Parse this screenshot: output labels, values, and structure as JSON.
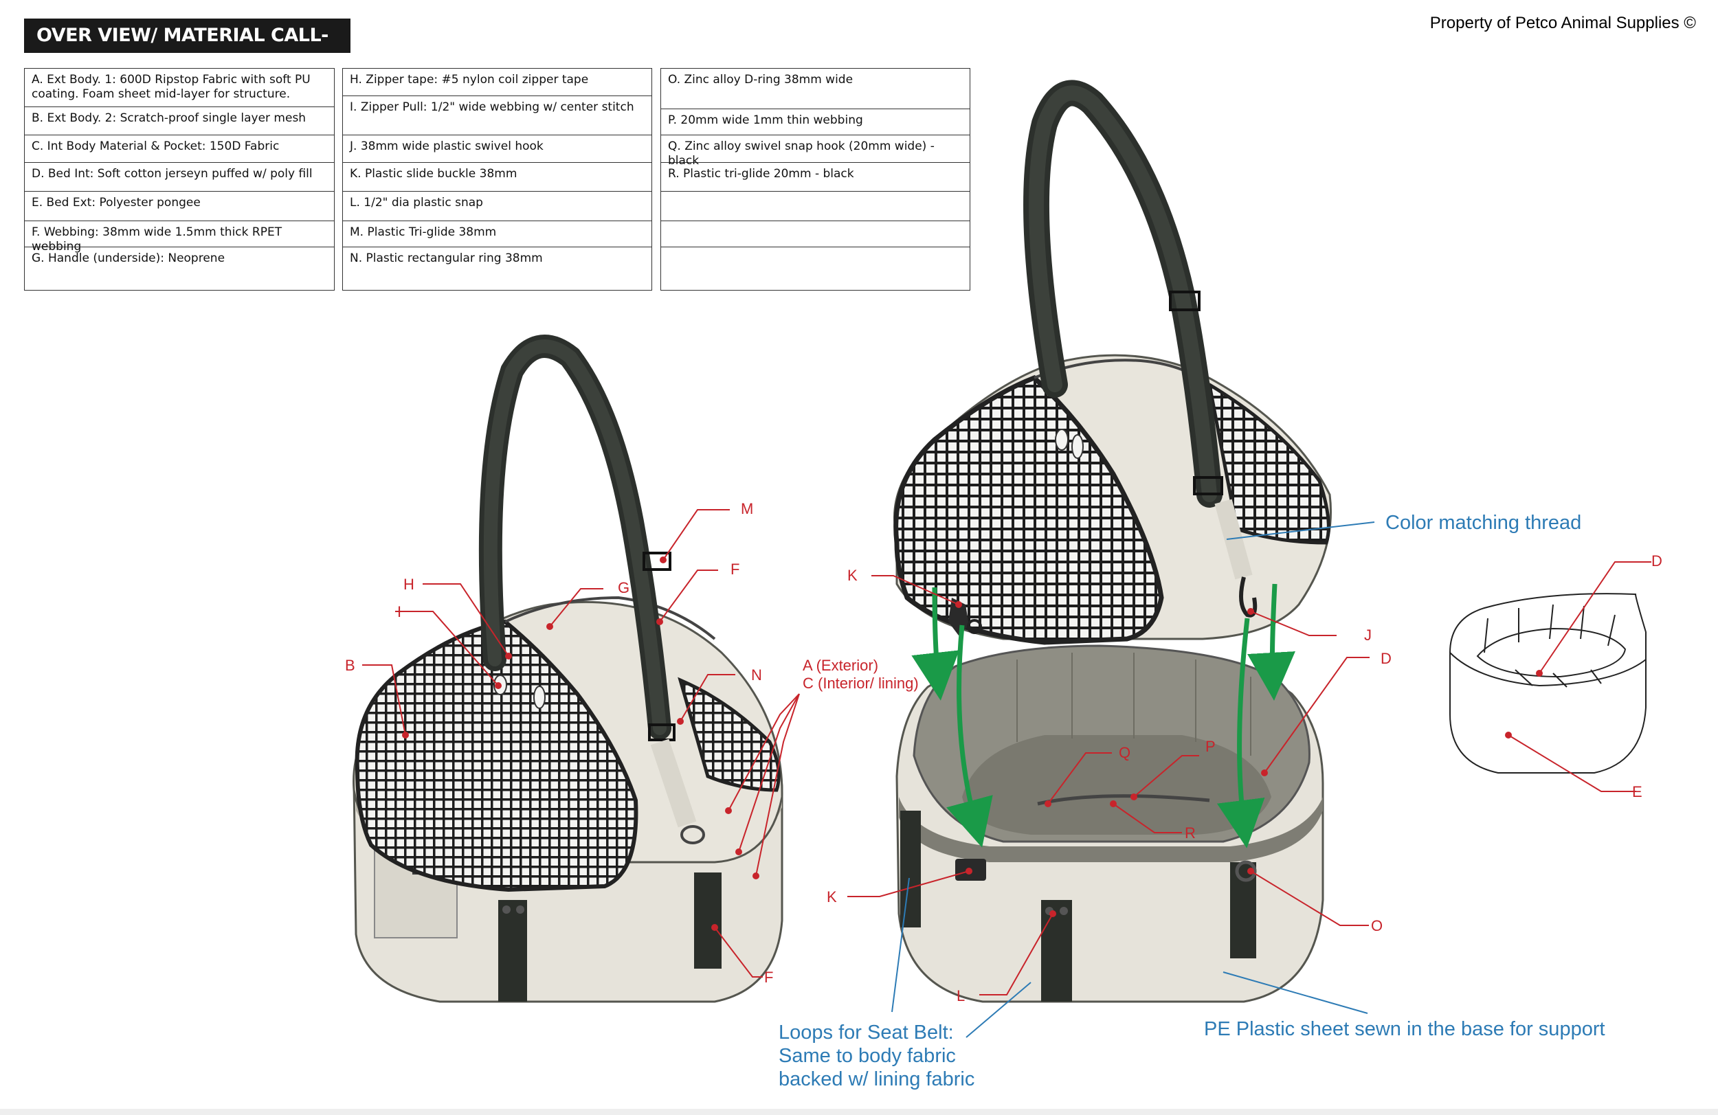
{
  "header": {
    "title": "OVER VIEW/ MATERIAL CALL-OUTS",
    "property": "Property of Petco Animal Supplies ©"
  },
  "tables": [
    {
      "rows": [
        "A. Ext Body. 1: 600D Ripstop Fabric with soft PU coating. Foam sheet mid-layer for structure.",
        "B. Ext Body. 2: Scratch-proof single layer mesh",
        "C. Int Body Material & Pocket: 150D Fabric",
        "D. Bed Int: Soft cotton jerseyn puffed w/ poly fill",
        "E. Bed Ext: Polyester pongee",
        "F. Webbing: 38mm wide 1.5mm thick RPET webbing",
        "G. Handle (underside): Neoprene"
      ]
    },
    {
      "rows": [
        "H. Zipper tape: #5 nylon coil zipper tape",
        "I. Zipper Pull: 1/2\" wide webbing w/ center stitch",
        "J. 38mm wide plastic swivel hook",
        "K. Plastic slide buckle 38mm",
        "L. 1/2\" dia plastic snap",
        "M. Plastic Tri-glide 38mm",
        "N. Plastic rectangular ring 38mm"
      ]
    },
    {
      "rows": [
        "O. Zinc alloy D-ring 38mm wide",
        "P. 20mm wide 1mm thin webbing",
        "Q. Zinc alloy swivel snap hook (20mm wide) - black",
        "R. Plastic tri-glide 20mm - black",
        "",
        "",
        ""
      ]
    }
  ],
  "callout_letters": {
    "left_view": [
      "M",
      "F",
      "G",
      "H",
      "I",
      "B",
      "N",
      "A (Exterior)",
      "C (Interior/ lining)",
      "F"
    ],
    "right_view": [
      "K",
      "J",
      "D",
      "Q",
      "P",
      "R",
      "K",
      "O",
      "L"
    ],
    "bed_view": [
      "D",
      "E"
    ]
  },
  "notes": {
    "color_thread": "Color matching thread",
    "seat_belt": [
      "Loops for Seat Belt:",
      "Same to body fabric",
      "backed w/ lining fabric"
    ],
    "pe_sheet": "PE Plastic sheet sewn in the base for support"
  },
  "colors": {
    "callout_red": "#c8242b",
    "note_blue": "#2d7bb5",
    "arrow_green": "#1a9a48",
    "strap": "#2c302c",
    "body_beige": "#e8e5dc",
    "mesh_dark": "#1d1d1d"
  }
}
